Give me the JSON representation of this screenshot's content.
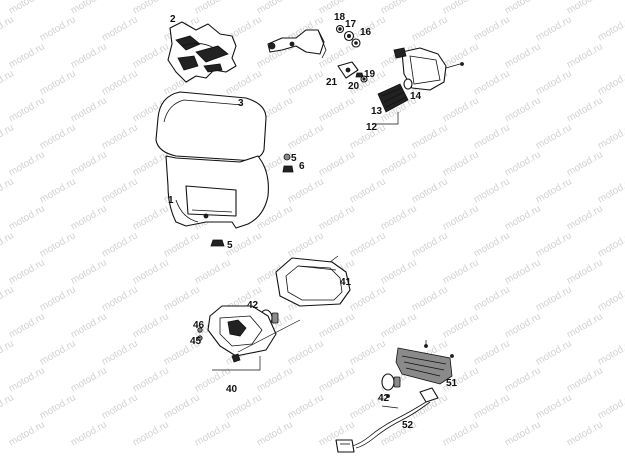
{
  "watermark": {
    "text": "motod.ru"
  },
  "callouts": {
    "c1": "1",
    "c2": "2",
    "c3": "3",
    "c5a": "5",
    "c5b": "5",
    "c6": "6",
    "c12": "12",
    "c13": "13",
    "c14": "14",
    "c16": "16",
    "c17": "17",
    "c18": "18",
    "c19": "19",
    "c20": "20",
    "c21": "21",
    "c40": "40",
    "c41": "41",
    "c42a": "42",
    "c42b": "42",
    "c45": "45",
    "c46": "46",
    "c51": "51",
    "c52": "52"
  }
}
